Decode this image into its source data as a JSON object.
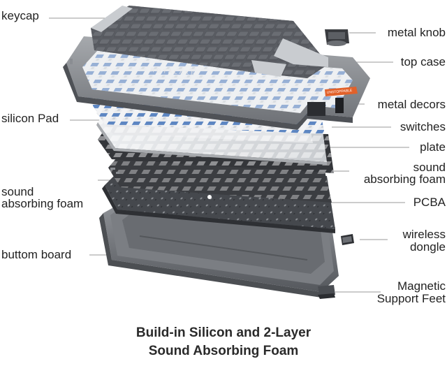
{
  "labels": {
    "keycap": "keycap",
    "silicon_pad": "silicon Pad",
    "sound_foam_left_1": "sound",
    "sound_foam_left_2": "absorbing foam",
    "bottom_board": "buttom board",
    "metal_knob": "metal knob",
    "top_case": "top case",
    "metal_decors": "metal decors",
    "switches": "switches",
    "plate": "plate",
    "sound_foam_right_1": "sound",
    "sound_foam_right_2": "absorbing foam",
    "pcba": "PCBA",
    "wireless_dongle_1": "wireless",
    "wireless_dongle_2": "dongle",
    "magnetic_feet_1": "Magnetic",
    "magnetic_feet_2": "Support Feet"
  },
  "brand_text": "ROYALAXE",
  "decor_badge_text": "UNSTOPPABLE",
  "title_line_1": "Build-in Silicon and 2-Layer",
  "title_line_2": "Sound Absorbing Foam",
  "colors": {
    "keycap_dark": "#4a4d52",
    "keycap_light": "#c9ccd0",
    "case_gray": "#8e9196",
    "case_dark": "#5c5f64",
    "plate": "#d7d9dc",
    "foam": "#3b3d41",
    "pcb": "#4d5055",
    "switch_blue": "#5d86c2",
    "decor_orange": "#e2612a"
  }
}
